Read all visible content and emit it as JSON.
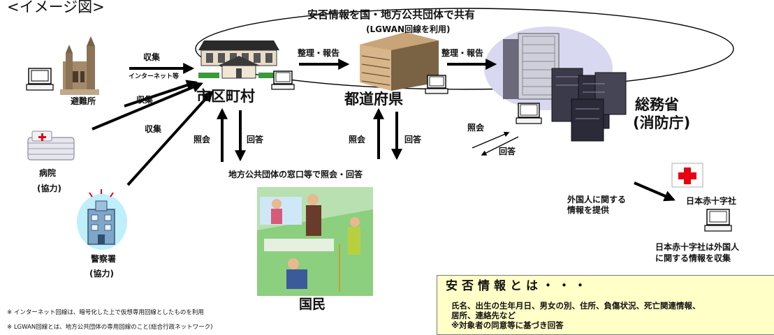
{
  "diagram": {
    "title": "<イメージ図>",
    "loop_label": "安否情報を国・地方公共団体で共有",
    "loop_sublabel": "(LGWAN回線を利用)",
    "nodes": {
      "shelter": "避難所",
      "hospital": "病院",
      "hospital_note": "(協力)",
      "police": "警察署",
      "police_note": "(協力)",
      "municipality": "市区町村",
      "prefecture": "都道府県",
      "ministry_line1": "総務省",
      "ministry_line2": "(消防庁)",
      "citizens": "国民",
      "red_cross": "日本赤十字社"
    },
    "edges": {
      "collect": "収集",
      "internet": "インターネット等",
      "collect_hospital": "収集",
      "collect_police": "収集",
      "arrange_report_1": "整理・報告",
      "arrange_report_2": "整理・報告",
      "inquiry_muni": "照会",
      "answer_muni": "回答",
      "inquiry_pref": "照会",
      "answer_pref": "回答",
      "inquiry_ministry": "照会",
      "answer_ministry": "回答",
      "window_label": "地方公共団体の窓口等で照会・回答",
      "foreigner_line1": "外国人に関する",
      "foreigner_line2": "情報を提供",
      "redcross_note_line1": "日本赤十字社は外国人",
      "redcross_note_line2": "に関する情報を収集"
    }
  },
  "info_box": {
    "heading": "安否情報とは・・・",
    "line1": "氏名、出生の生年月日、男女の別、住所、負傷状況、死亡関連情報、",
    "line2": "居所、連絡先など",
    "line3": "※対象者の同意等に基づき回答"
  },
  "footnotes": {
    "note1": "※ インターネット回線は、暗号化した上で仮想専用回線としたものを利用",
    "note2": "※ LGWAN回線とは、地方公共団体の専用回線のこと(総合行政ネットワーク)"
  },
  "colors": {
    "info_bg": "#ffffc8",
    "red_cross": "#e60012",
    "building_blue": "#d8d8f0"
  }
}
